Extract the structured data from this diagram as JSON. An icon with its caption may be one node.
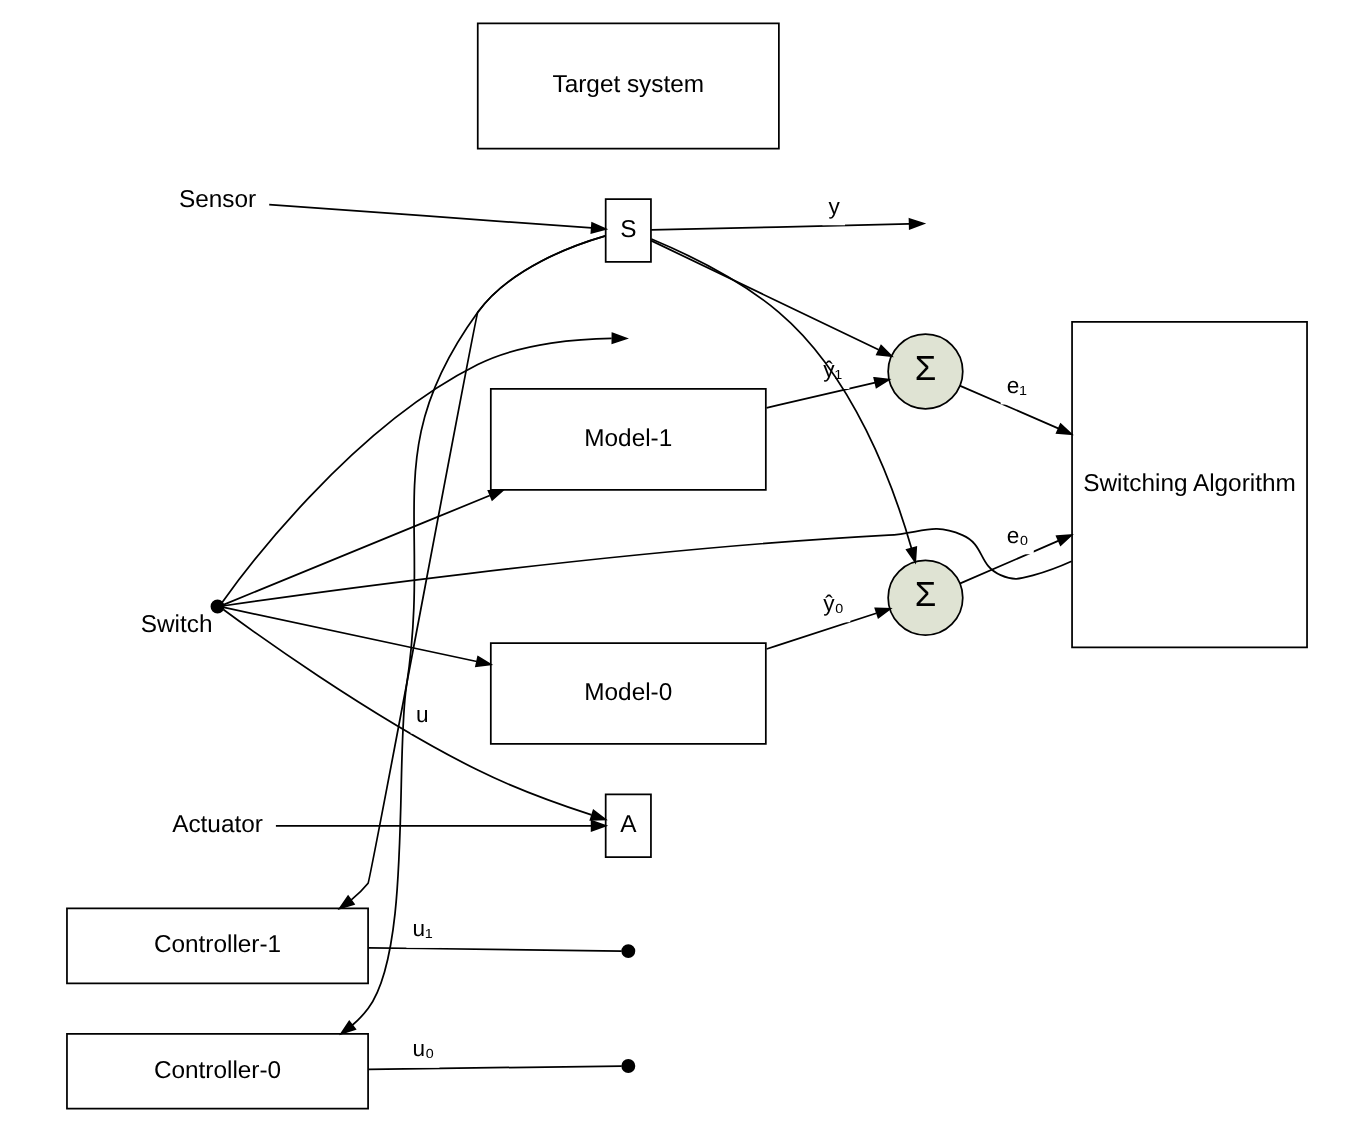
{
  "diagram": {
    "nodes": [
      {
        "text": [
          "Model-1"
        ]
      },
      {
        "text": [
          "Model-0"
        ]
      },
      {
        "text": [
          "Σ"
        ]
      },
      {
        "text": [
          "Σ"
        ]
      },
      {
        "text": [
          "Switching Algorithm"
        ]
      },
      {
        "text": [
          "Target system"
        ]
      },
      {
        "text": [
          "A"
        ]
      },
      {
        "text": [
          "S"
        ]
      },
      {
        "text": [
          "Actuator"
        ]
      },
      {
        "text": [
          "Sensor"
        ]
      },
      {
        "text": [
          "Controller-0"
        ]
      },
      {
        "text": [
          "Controller-1"
        ]
      },
      {
        "text": [],
        "shape": "circle",
        "beside": [
          "Switch"
        ]
      },
      {
        "text": [],
        "shape": "circle"
      },
      {
        "text": [],
        "shape": "circle"
      }
    ],
    "edges": [
      {
        "from": 12,
        "to": 6,
        "arrow": "to",
        "label": "u"
      },
      {
        "from": 12,
        "to": 0,
        "arrow": "to"
      },
      {
        "from": 12,
        "to": 1,
        "arrow": "to"
      },
      {
        "from": 4,
        "to": 12,
        "arrow": "none"
      },
      {
        "from": 12,
        "to": null,
        "arrow": "to"
      },
      {
        "from": 8,
        "to": 6,
        "arrow": "to"
      },
      {
        "from": 9,
        "to": 7,
        "arrow": "to"
      },
      {
        "from": 0,
        "to": 2,
        "arrow": "to",
        "label": "ŷ₁"
      },
      {
        "from": 1,
        "to": 3,
        "arrow": "to",
        "label": "ŷ₀"
      },
      {
        "from": 2,
        "to": 4,
        "arrow": "to",
        "label": "e₁"
      },
      {
        "from": 3,
        "to": 4,
        "arrow": "to",
        "label": "e₀"
      },
      {
        "from": 7,
        "to": null,
        "arrow": "to",
        "label": "y"
      },
      {
        "from": 7,
        "to": 2,
        "arrow": "to"
      },
      {
        "from": 7,
        "to": 3,
        "arrow": "to"
      },
      {
        "from": 7,
        "to": 10,
        "arrow": "to"
      },
      {
        "from": 7,
        "to": 11,
        "arrow": "to"
      },
      {
        "from": 10,
        "to": 14,
        "arrow": "none",
        "label": "u₀"
      },
      {
        "from": 11,
        "to": 13,
        "arrow": "none",
        "label": "u₁"
      }
    ]
  }
}
